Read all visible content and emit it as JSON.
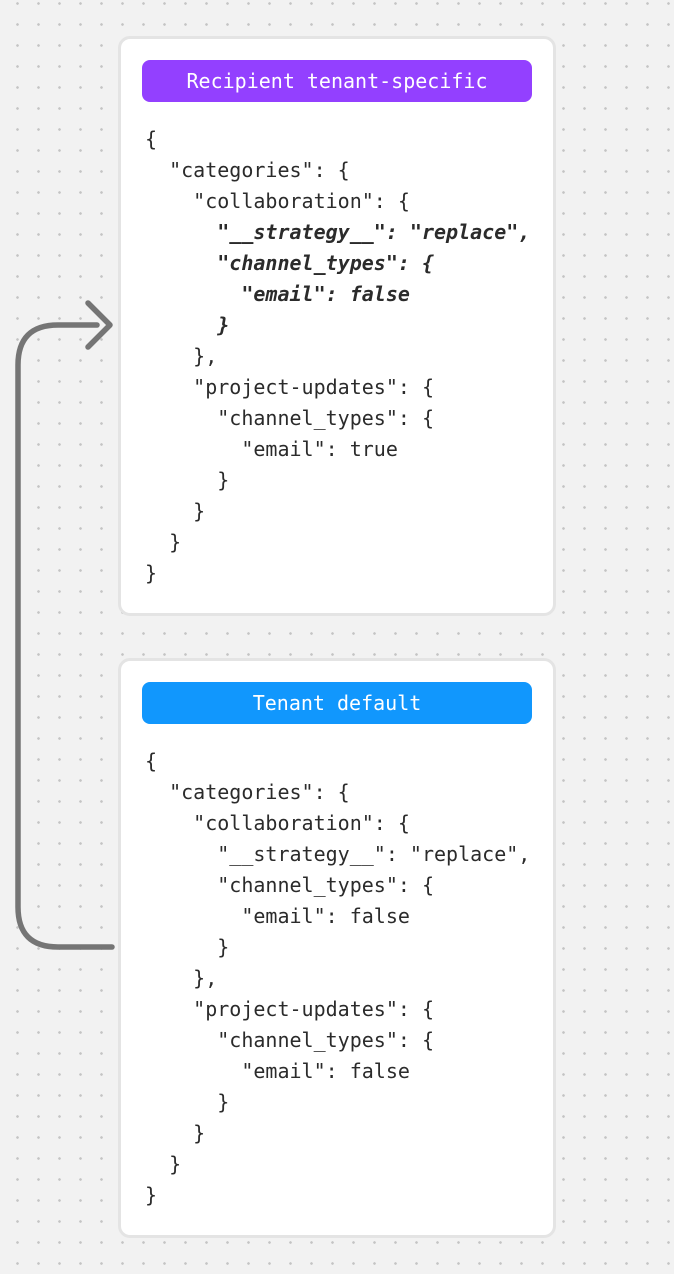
{
  "page": {
    "bg_color": "#f2f2f2",
    "dot_color": "#c4c4c4"
  },
  "arrow": {
    "color": "#757575"
  },
  "cards": [
    {
      "id": "recipient-tenant-specific",
      "badge": {
        "label": "Recipient tenant-specific",
        "bg_color": "#9340ff",
        "text_color": "#ffffff"
      },
      "code_lines": [
        {
          "text": "{",
          "emphasized": false
        },
        {
          "text": "  \"categories\": {",
          "emphasized": false
        },
        {
          "text": "    \"collaboration\": {",
          "emphasized": false
        },
        {
          "text": "      \"__strategy__\": \"replace\",",
          "emphasized": true
        },
        {
          "text": "      \"channel_types\": {",
          "emphasized": true
        },
        {
          "text": "        \"email\": false",
          "emphasized": true
        },
        {
          "text": "      }",
          "emphasized": true
        },
        {
          "text": "    },",
          "emphasized": false
        },
        {
          "text": "    \"project-updates\": {",
          "emphasized": false
        },
        {
          "text": "      \"channel_types\": {",
          "emphasized": false
        },
        {
          "text": "        \"email\": true",
          "emphasized": false
        },
        {
          "text": "      }",
          "emphasized": false
        },
        {
          "text": "    }",
          "emphasized": false
        },
        {
          "text": "  }",
          "emphasized": false
        },
        {
          "text": "}",
          "emphasized": false
        }
      ]
    },
    {
      "id": "tenant-default",
      "badge": {
        "label": "Tenant default",
        "bg_color": "#1197fd",
        "text_color": "#ffffff"
      },
      "code_lines": [
        {
          "text": "{",
          "emphasized": false
        },
        {
          "text": "  \"categories\": {",
          "emphasized": false
        },
        {
          "text": "    \"collaboration\": {",
          "emphasized": false
        },
        {
          "text": "      \"__strategy__\": \"replace\",",
          "emphasized": false
        },
        {
          "text": "      \"channel_types\": {",
          "emphasized": false
        },
        {
          "text": "        \"email\": false",
          "emphasized": false
        },
        {
          "text": "      }",
          "emphasized": false
        },
        {
          "text": "    },",
          "emphasized": false
        },
        {
          "text": "    \"project-updates\": {",
          "emphasized": false
        },
        {
          "text": "      \"channel_types\": {",
          "emphasized": false
        },
        {
          "text": "        \"email\": false",
          "emphasized": false
        },
        {
          "text": "      }",
          "emphasized": false
        },
        {
          "text": "    }",
          "emphasized": false
        },
        {
          "text": "  }",
          "emphasized": false
        },
        {
          "text": "}",
          "emphasized": false
        }
      ]
    }
  ]
}
